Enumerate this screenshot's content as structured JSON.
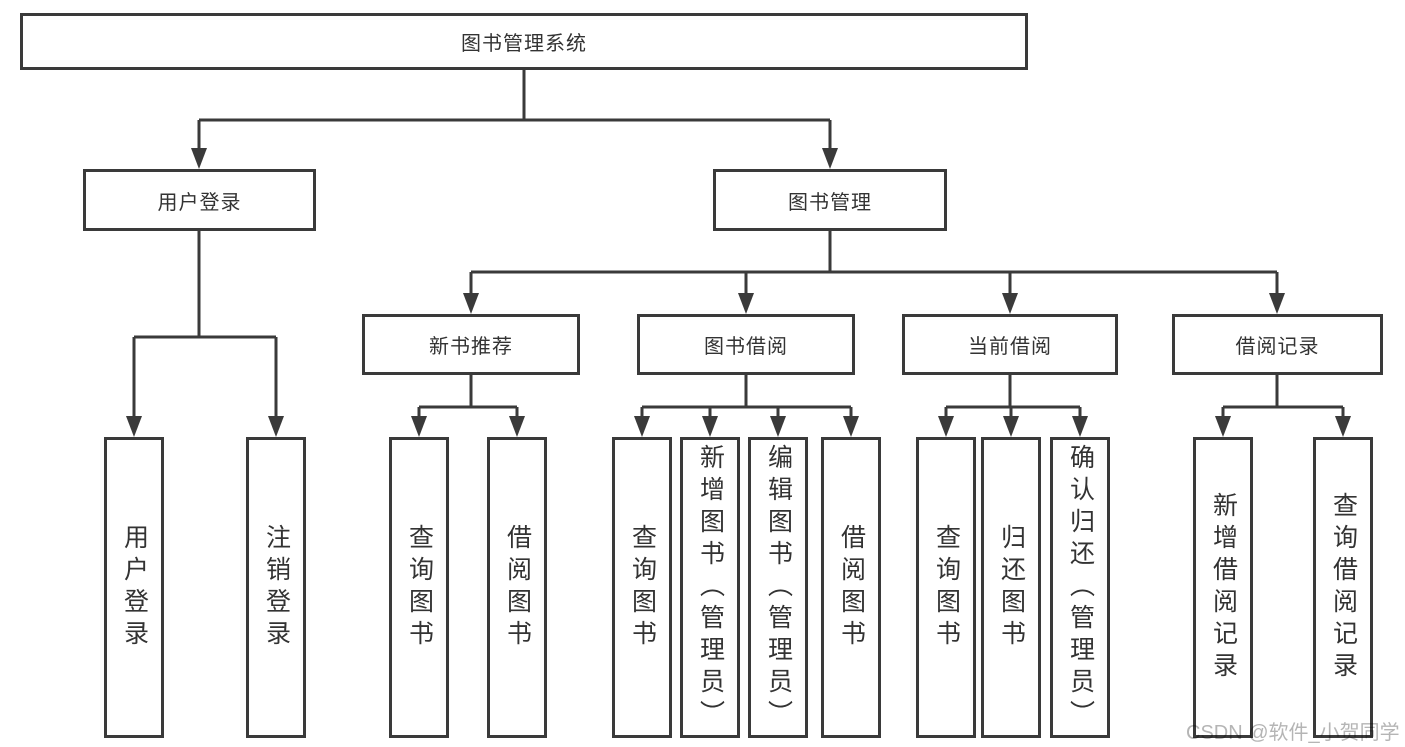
{
  "diagram": {
    "root": "图书管理系统",
    "user_login": {
      "label": "用户登录",
      "children": [
        "用户登录",
        "注销登录"
      ]
    },
    "book_mgmt": {
      "label": "图书管理",
      "groups": [
        {
          "label": "新书推荐",
          "children": [
            "查询图书",
            "借阅图书"
          ]
        },
        {
          "label": "图书借阅",
          "children": [
            "查询图书",
            "新增图书（管理员）",
            "编辑图书（管理员）",
            "借阅图书"
          ]
        },
        {
          "label": "当前借阅",
          "children": [
            "查询图书",
            "归还图书",
            "确认归还（管理员）"
          ]
        },
        {
          "label": "借阅记录",
          "children": [
            "新增借阅记录",
            "查询借阅记录"
          ]
        }
      ]
    },
    "watermark": "CSDN @软件_小贺同学"
  },
  "colors": {
    "line": "#3a3a3a",
    "text": "#333333",
    "watermark": "#b5b5b5",
    "background": "#ffffff"
  }
}
